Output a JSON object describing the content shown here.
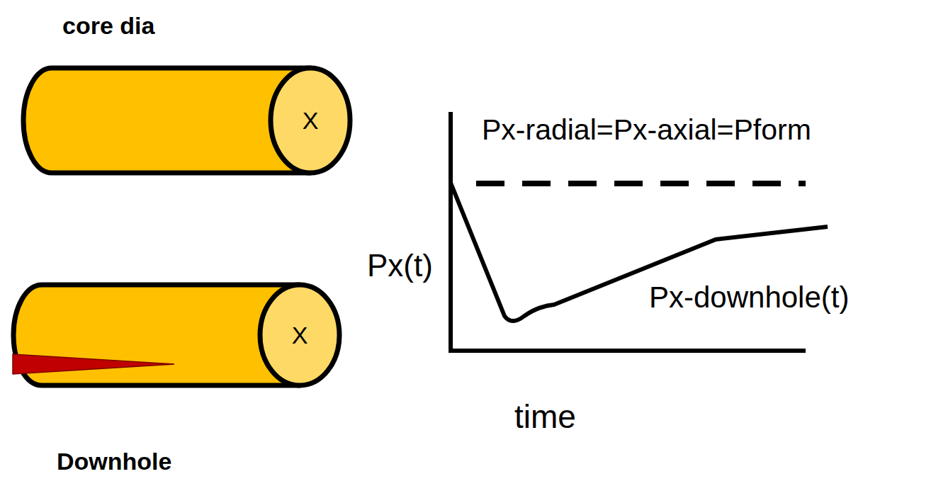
{
  "diagram": {
    "nodes": [
      {
        "text": [
          "core dia",
          "X"
        ]
      },
      {
        "text": [
          "X",
          "Downhole"
        ]
      }
    ],
    "labels": [
      "Px-radial=Px-axial=Pform",
      "Px(t)",
      "Px-downhole(t)",
      "time"
    ]
  }
}
